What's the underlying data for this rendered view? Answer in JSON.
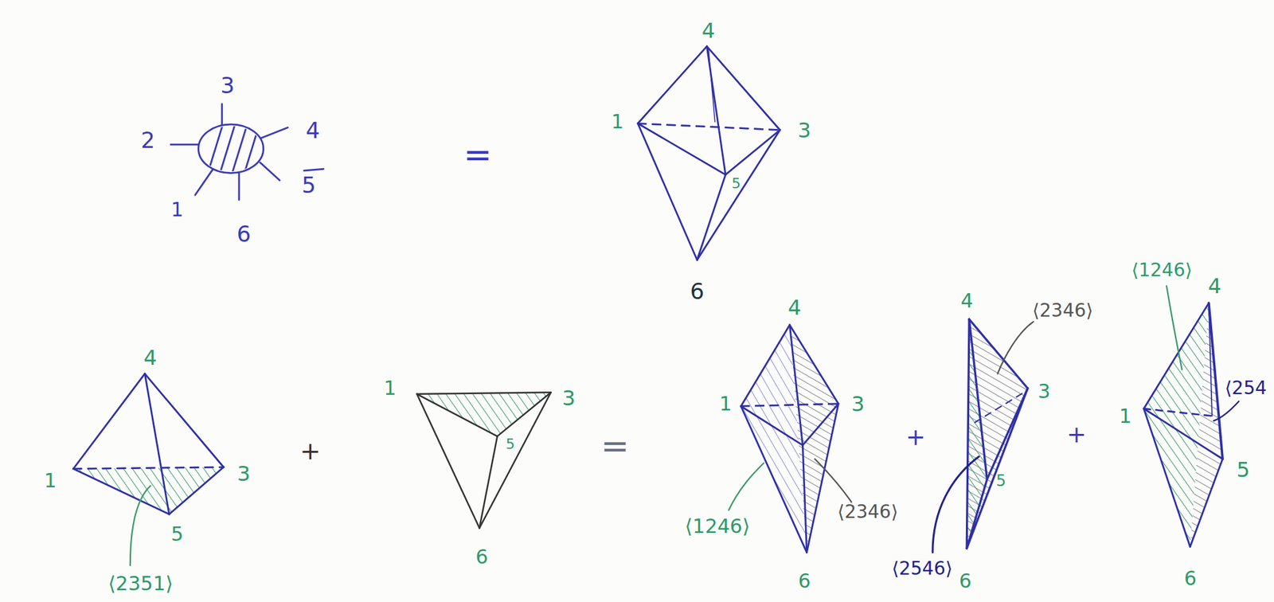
{
  "diagram": {
    "labels": [
      "3",
      "2",
      "4",
      "5",
      "1",
      "6",
      "=",
      "4",
      "1",
      "3",
      "5",
      "6",
      "4",
      "1",
      "3",
      "5",
      "⟨2351⟩",
      "+",
      "1",
      "3",
      "5",
      "6",
      "=",
      "4",
      "1",
      "3",
      "⟨1246⟩",
      "⟨2346⟩",
      "6",
      "+",
      "4",
      "⟨2346⟩",
      "3",
      "5",
      "⟨2546⟩",
      "6",
      "+",
      "⟨1246⟩",
      "4",
      "⟨254",
      "1",
      "5",
      "6"
    ]
  }
}
